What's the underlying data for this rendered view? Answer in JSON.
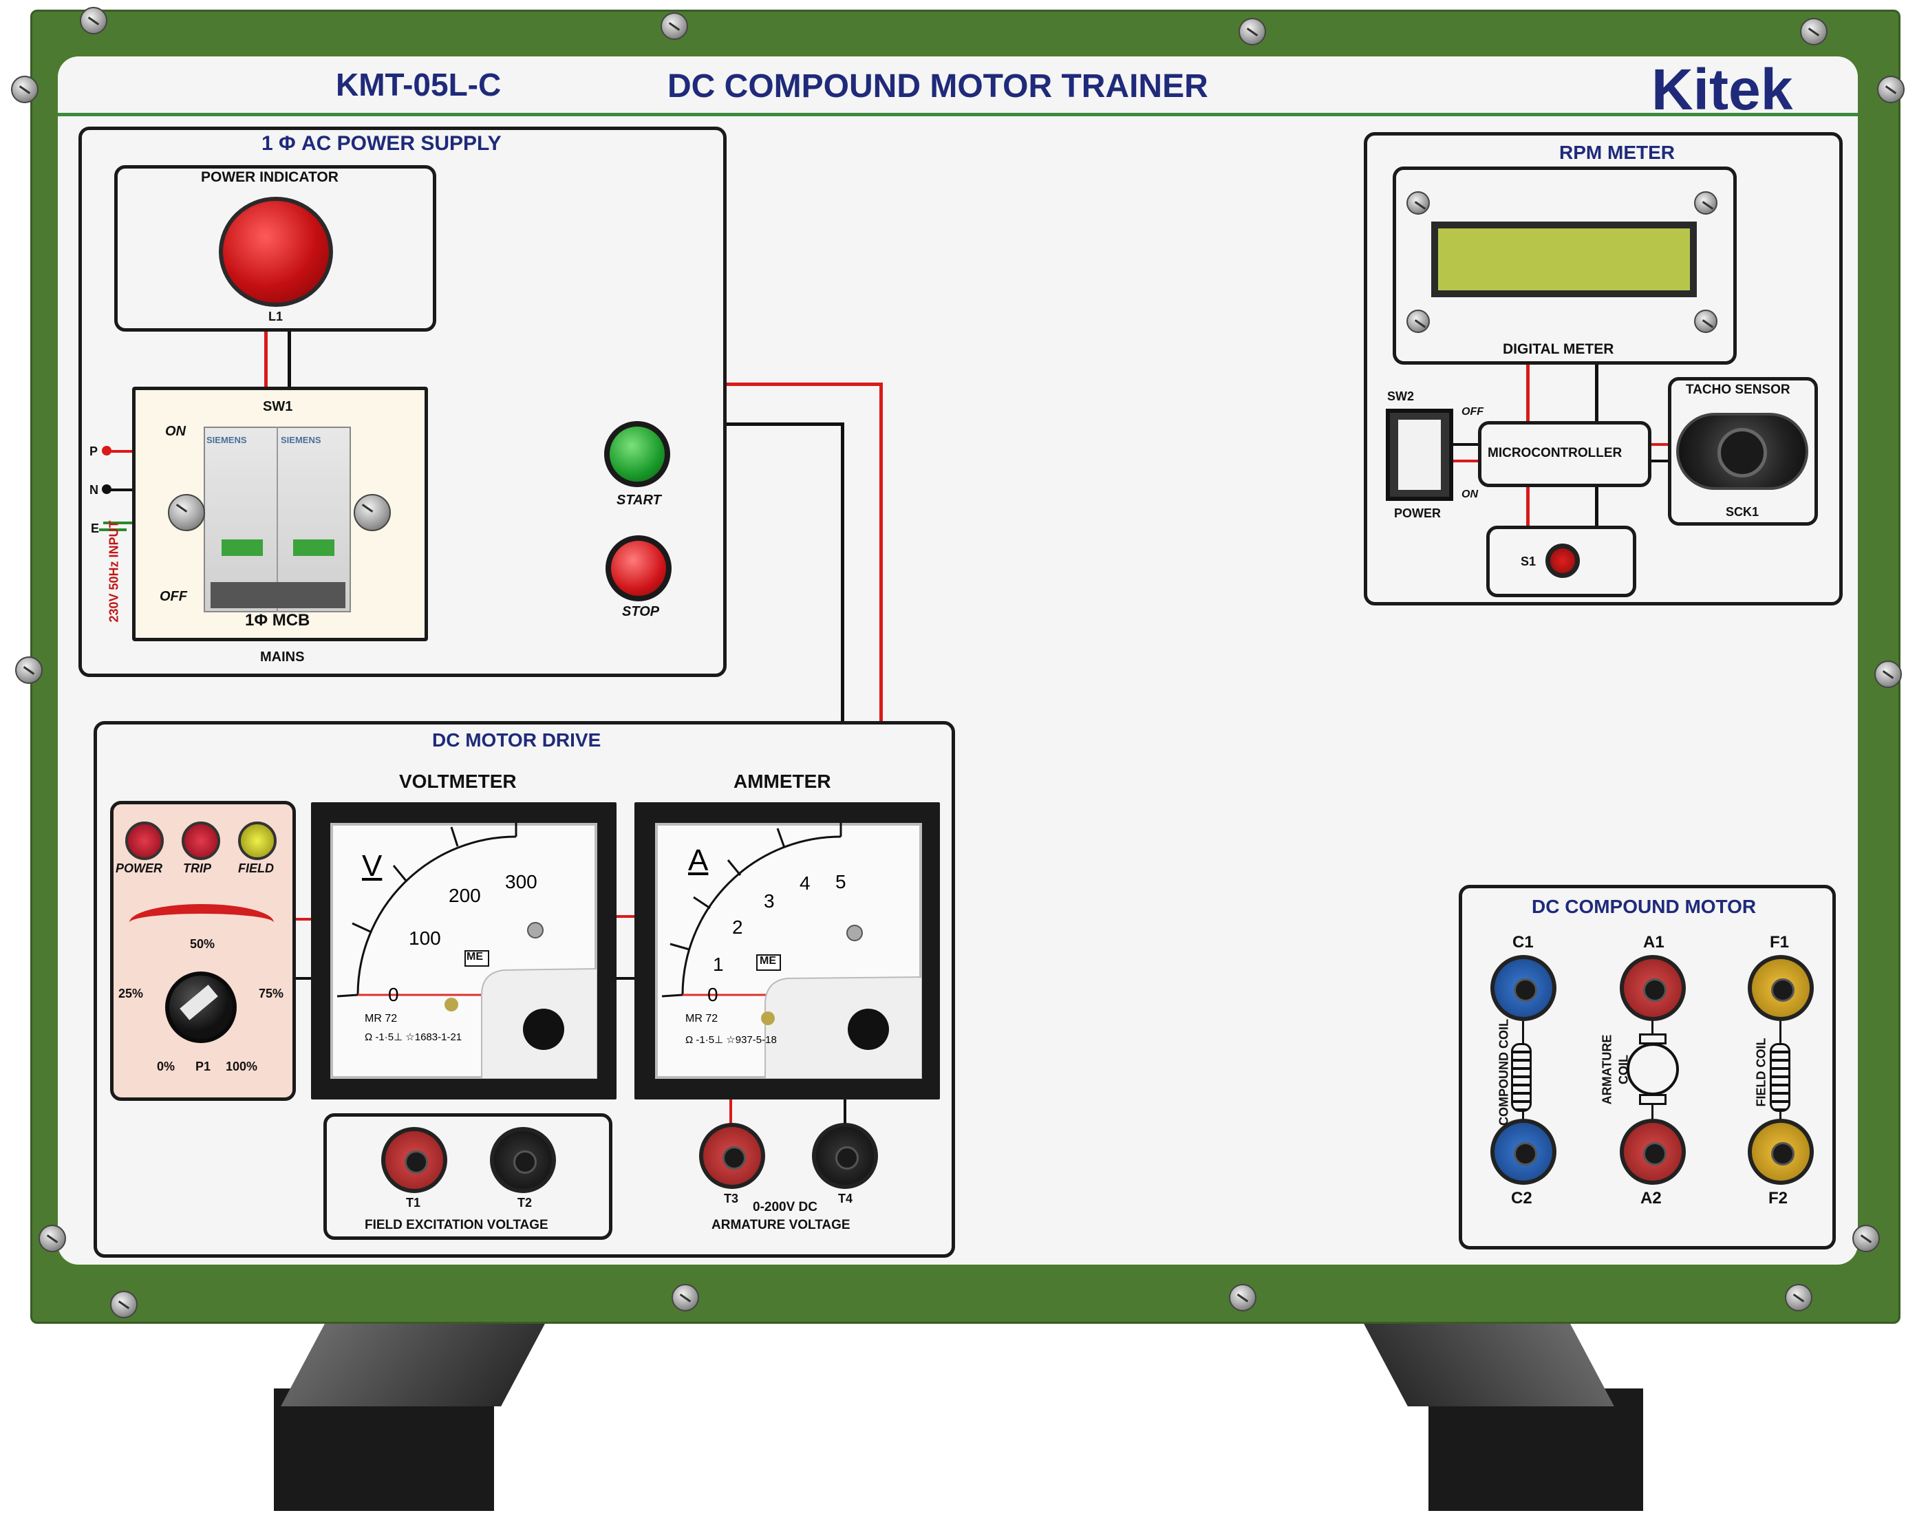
{
  "header": {
    "model": "KMT-05L-C",
    "title": "DC COMPOUND MOTOR TRAINER",
    "brand": "Kitek"
  },
  "power_supply": {
    "title": "1 Φ AC POWER SUPPLY",
    "indicator_label": "POWER INDICATOR",
    "indicator_id": "L1",
    "mcb_id": "SW1",
    "mcb_on": "ON",
    "mcb_off": "OFF",
    "mcb_brand": "SIEMENS",
    "mcb_label": "1Φ MCB",
    "mains": "MAINS",
    "input_label": "230V 50Hz INPUT",
    "p": "P",
    "n": "N",
    "e": "E",
    "start": "START",
    "stop": "STOP"
  },
  "rpm_meter": {
    "title": "RPM METER",
    "digital_meter": "DIGITAL METER",
    "switch_id": "SW2",
    "switch_off": "OFF",
    "switch_on": "ON",
    "switch_power": "POWER",
    "microcontroller": "MICROCONTROLLER",
    "tacho_sensor": "TACHO SENSOR",
    "sensor_id": "SCK1",
    "s1": "S1"
  },
  "motor_drive": {
    "title": "DC MOTOR DRIVE",
    "leds": [
      "POWER",
      "TRIP",
      "FIELD"
    ],
    "pot_50": "50%",
    "pot_25": "25%",
    "pot_75": "75%",
    "pot_0": "0%",
    "pot_id": "P1",
    "pot_100": "100%",
    "voltmeter": "VOLTMETER",
    "ammeter": "AMMETER",
    "vm_unit": "V",
    "vm_ticks": [
      "0",
      "100",
      "200",
      "300"
    ],
    "am_unit": "A",
    "am_ticks": [
      "0",
      "1",
      "2",
      "3",
      "4",
      "5"
    ],
    "mr": "MR 72",
    "me": "ME",
    "vm_serial": "Ω -1·5⊥ ☆1683-1-21",
    "am_serial": "Ω -1·5⊥ ☆937-5-18",
    "t1": "T1",
    "t2": "T2",
    "t3": "T3",
    "t4": "T4",
    "field_voltage": "FIELD EXCITATION VOLTAGE",
    "armature_range": "0-200V DC",
    "armature_voltage": "ARMATURE VOLTAGE"
  },
  "motor": {
    "title": "DC COMPOUND MOTOR",
    "c1": "C1",
    "a1": "A1",
    "f1": "F1",
    "c2": "C2",
    "a2": "A2",
    "f2": "F2",
    "compound_coil": "COMPOUND COIL",
    "armature_coil_1": "ARMATURE",
    "armature_coil_2": "COIL",
    "field_coil": "FIELD COIL"
  },
  "colors": {
    "frame": "#4d7a31",
    "title": "#1f2a7a",
    "wire_red": "#d91a1a",
    "terminal_red": "#b8232a",
    "terminal_blue": "#1d4f9c",
    "terminal_yellow": "#d9a51c"
  }
}
